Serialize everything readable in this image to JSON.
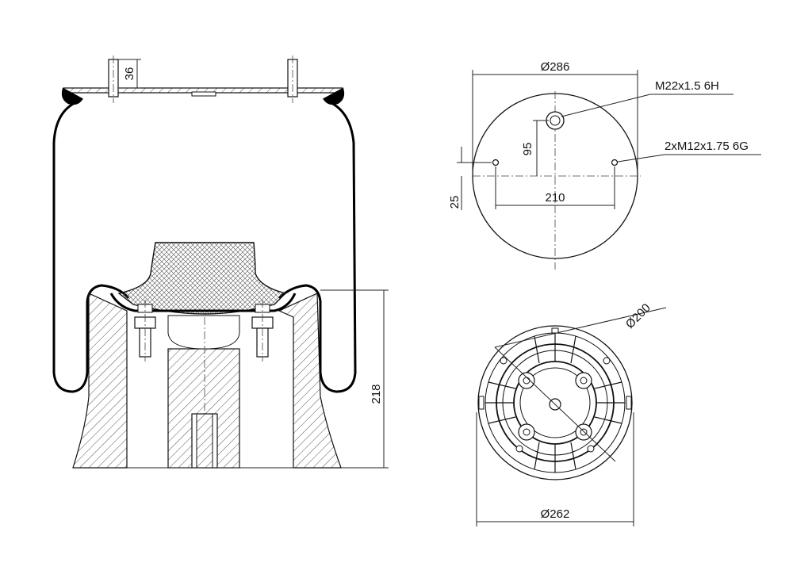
{
  "drawing": {
    "colors": {
      "line": "#111111",
      "background": "#ffffff",
      "hatch": "#555555"
    },
    "side_view": {
      "stud_height": "36",
      "total_height": "218"
    },
    "top_view": {
      "diameter": "Ø286",
      "center_thread": "M22x1.5 6H",
      "stud_threads": "2xM12x1.75 6G",
      "offset_vertical": "95",
      "stud_spacing": "210",
      "stud_offset": "25"
    },
    "bottom_view": {
      "bolt_circle": "Ø200",
      "diameter": "Ø262"
    }
  }
}
